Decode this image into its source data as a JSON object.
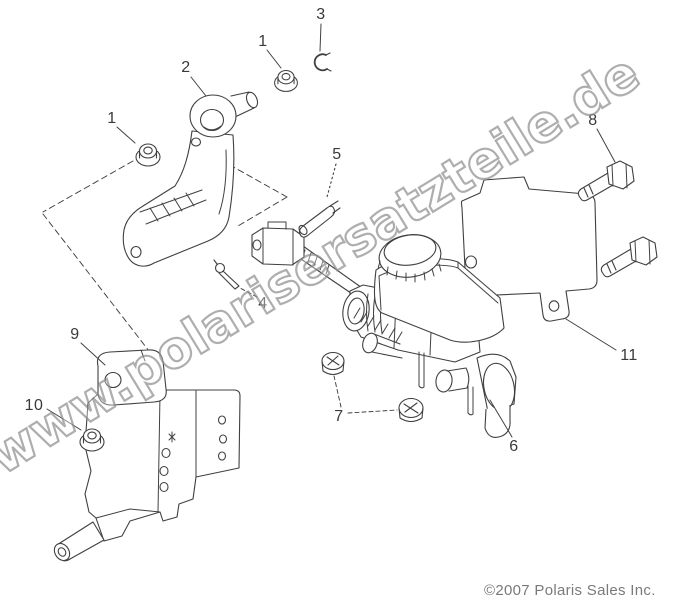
{
  "watermark": {
    "text": "www.polarisersatzteile.de"
  },
  "footer": {
    "copyright": "©2007 Polaris Sales Inc."
  },
  "callouts": {
    "n1a": "1",
    "n1b": "1",
    "n2": "2",
    "n3": "3",
    "n4": "4",
    "n5": "5",
    "n6": "6",
    "n7": "7",
    "n8": "8",
    "n9": "9",
    "n10": "10",
    "n11": "11"
  },
  "colors": {
    "line": "#404040",
    "watermark": "#8f8f8f",
    "copyright": "#7a7a7a",
    "label": "#3a3a3a",
    "background": "#ffffff"
  }
}
